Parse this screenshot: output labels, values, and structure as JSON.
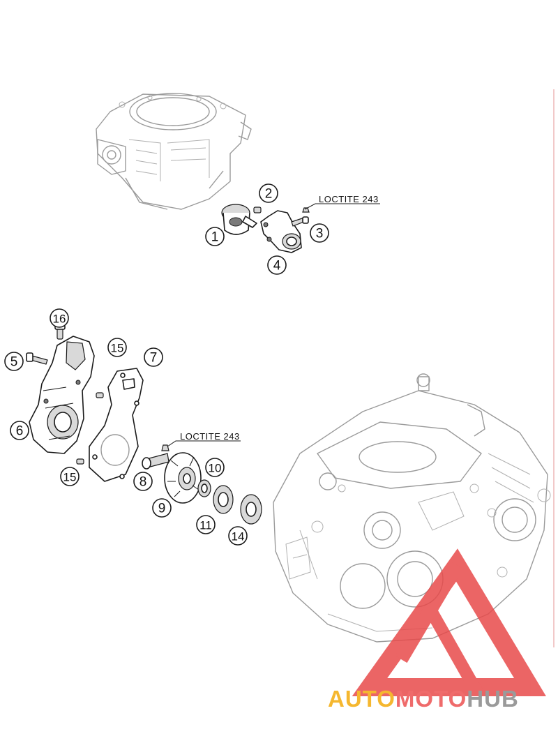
{
  "callouts": [
    {
      "id": "1",
      "label": "1"
    },
    {
      "id": "2",
      "label": "2"
    },
    {
      "id": "3",
      "label": "3"
    },
    {
      "id": "4",
      "label": "4"
    },
    {
      "id": "5",
      "label": "5"
    },
    {
      "id": "6",
      "label": "6"
    },
    {
      "id": "7",
      "label": "7"
    },
    {
      "id": "8",
      "label": "8"
    },
    {
      "id": "9",
      "label": "9"
    },
    {
      "id": "10",
      "label": "10"
    },
    {
      "id": "11",
      "label": "11"
    },
    {
      "id": "14",
      "label": "14"
    },
    {
      "id": "15a",
      "label": "15"
    },
    {
      "id": "15b",
      "label": "15"
    },
    {
      "id": "16",
      "label": "16"
    }
  ],
  "notes": {
    "top": "LOCTITE 243",
    "middle": "LOCTITE 243"
  },
  "watermark": {
    "part1": "AUTO",
    "part2": "MOTO",
    "part3": "HUB",
    "colors": {
      "part1": "#f5b72f",
      "part2": "#ef6b6b",
      "part3": "#9a9a9a",
      "triangle": "#e84b4b"
    }
  }
}
